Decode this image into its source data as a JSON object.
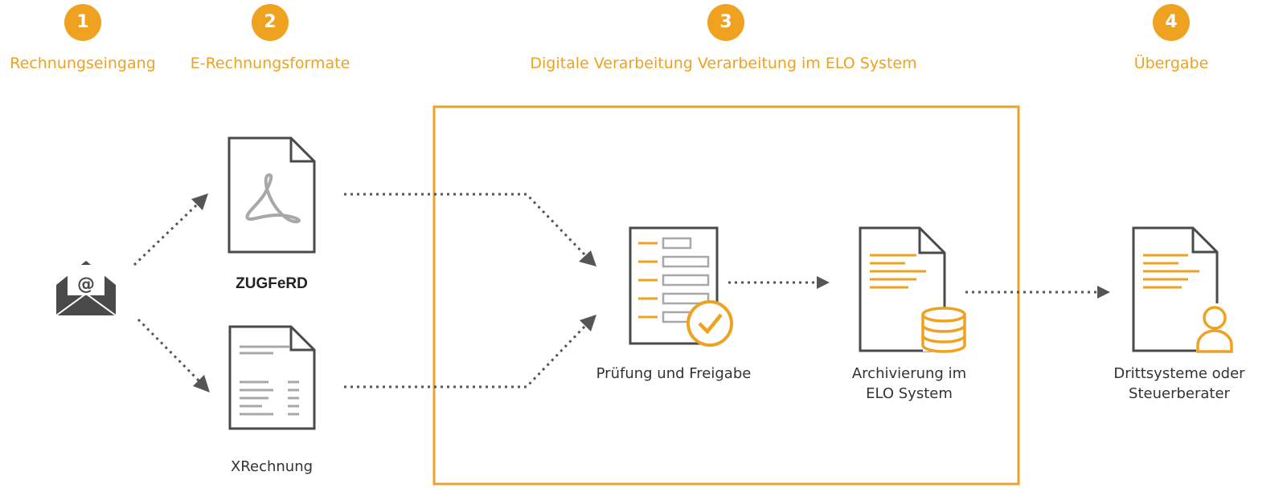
{
  "colors": {
    "accent": "#eea21f",
    "frame": "#e9a52a",
    "icon_dark": "#4a4a4a",
    "icon_gray": "#a8a8a8",
    "text": "#333333"
  },
  "steps": [
    {
      "number": "1",
      "label": "Rechnungseingang"
    },
    {
      "number": "2",
      "label": "E-Rechnungsformate"
    },
    {
      "number": "3",
      "label": "Digitale Verarbeitung Verarbeitung im ELO System"
    },
    {
      "number": "4",
      "label": "Übergabe"
    }
  ],
  "nodes": {
    "email": {
      "icon": "envelope-at-icon"
    },
    "zugferd": {
      "icon": "pdf-document-icon",
      "label": "ZUGFeRD"
    },
    "xrechnung": {
      "icon": "invoice-document-icon",
      "label": "XRechnung"
    },
    "pruefung": {
      "icon": "checklist-approval-icon",
      "label": "Prüfung und Freigabe"
    },
    "archivierung": {
      "icon": "document-database-icon",
      "label_line1": "Archivierung im",
      "label_line2": "ELO System"
    },
    "uebergabe": {
      "icon": "document-user-icon",
      "label_line1": "Drittsysteme oder",
      "label_line2": "Steuerberater"
    }
  }
}
